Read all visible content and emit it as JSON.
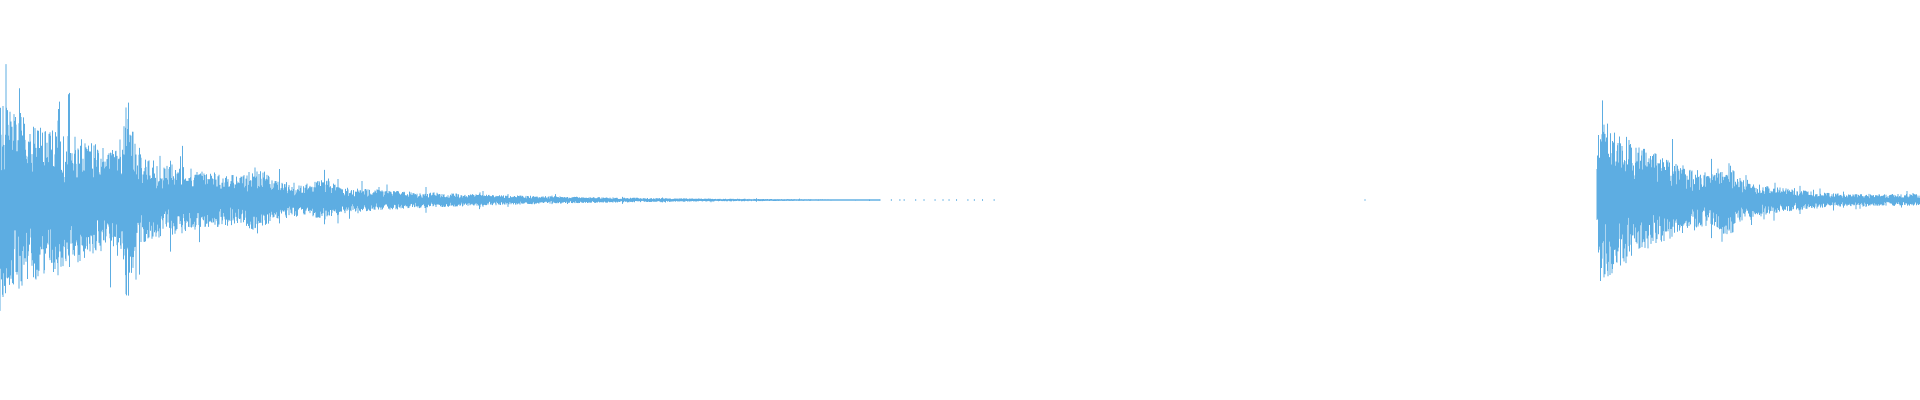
{
  "waveform": {
    "color": "#5dade2",
    "background": "#ffffff",
    "segments": [
      {
        "label": "first-hit",
        "peak_level": 0.62,
        "decay": "long",
        "ends_with_sparse_dots": true
      },
      {
        "label": "isolated-dot",
        "peak_level": 0.01
      },
      {
        "label": "second-hit",
        "peak_level": 0.54,
        "decay": "cut-off-at-right-edge"
      }
    ]
  }
}
